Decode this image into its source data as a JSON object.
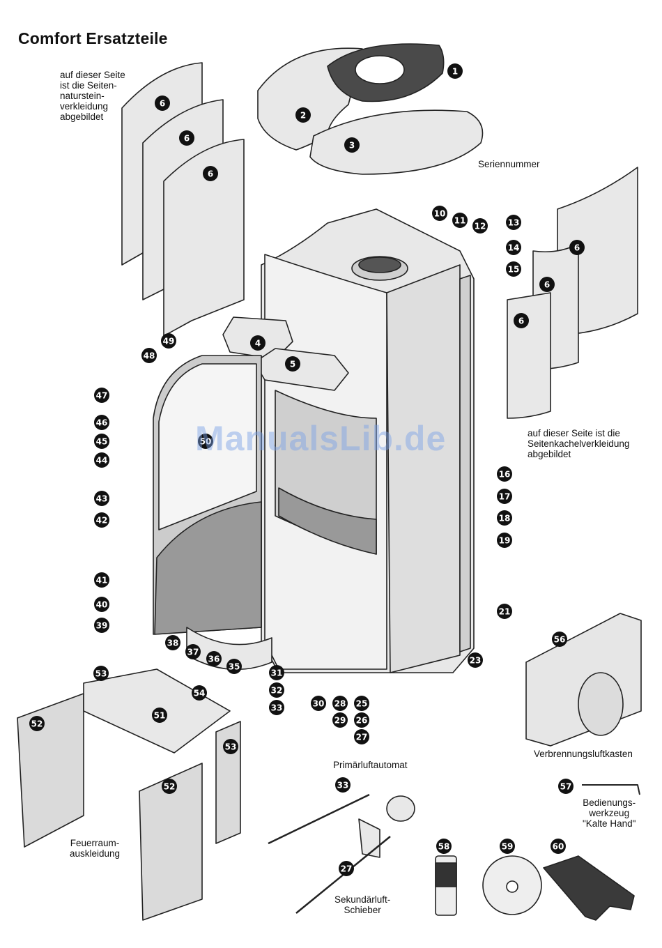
{
  "title": "Comfort Ersatzteile",
  "labels": {
    "natural_stone_note": "auf dieser Seite\nist die Seiten-\nnaturstein-\nverkleidung\nabgebildet",
    "serial_number": "Seriennummer",
    "tile_note": "auf dieser Seite ist die\nSeitenkachelverkleidung\nabgebildet",
    "combustion_air_box": "Verbrennungsluftkasten",
    "primary_air": "Primärluftautomat",
    "secondary_air": "Sekundärluft-\nSchieber",
    "firebox_lining": "Feuerraum-\nauskleidung",
    "operating_tool": "Bedienungs-\nwerkzeug\n\"Kalte Hand\""
  },
  "watermark": "ManualsLib.de",
  "part_numbers": [
    "1",
    "2",
    "3",
    "4",
    "5",
    "6",
    "6",
    "6",
    "6",
    "6",
    "6",
    "10",
    "11",
    "12",
    "13",
    "14",
    "15",
    "16",
    "17",
    "18",
    "19",
    "21",
    "23",
    "25",
    "26",
    "27",
    "28",
    "29",
    "30",
    "31",
    "32",
    "33",
    "35",
    "36",
    "37",
    "38",
    "39",
    "40",
    "41",
    "42",
    "43",
    "44",
    "45",
    "46",
    "47",
    "48",
    "49",
    "50",
    "51",
    "52",
    "52",
    "53",
    "53",
    "54",
    "56",
    "57",
    "33",
    "27",
    "58",
    "59",
    "60"
  ],
  "colors": {
    "marker": "#111111",
    "panel": "#e6e6e6",
    "dark": "#3a3a3a"
  }
}
